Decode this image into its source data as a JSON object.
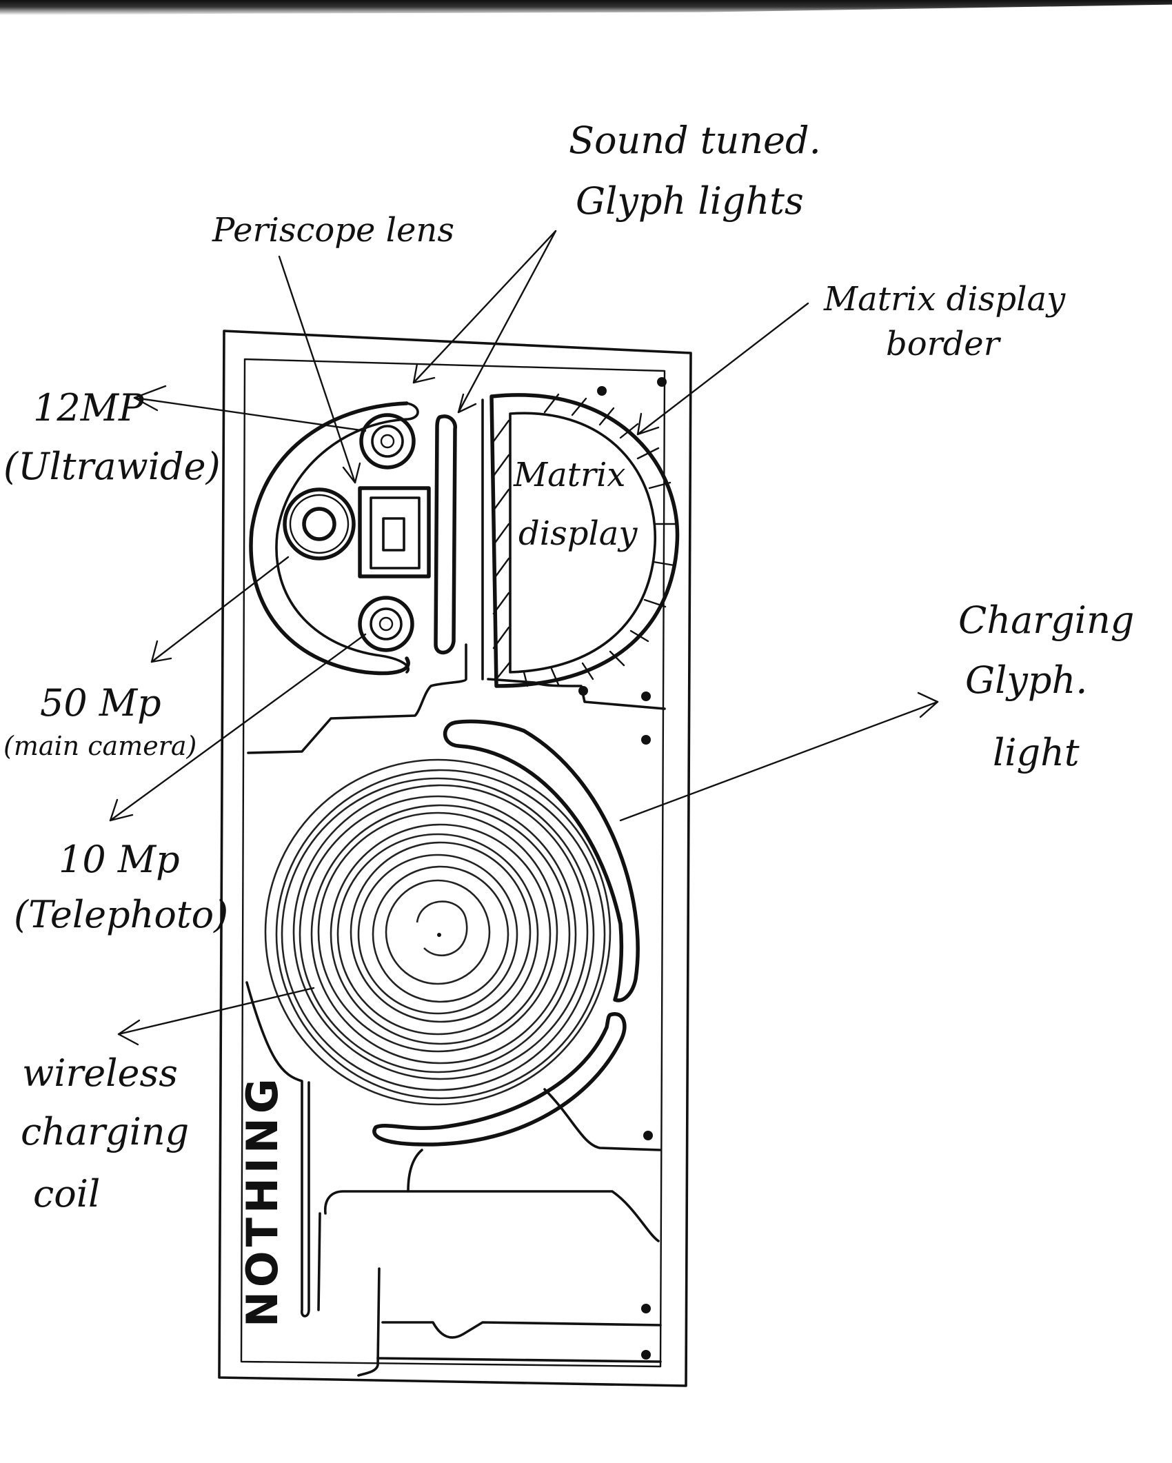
{
  "diagram": {
    "title": "Phone back panel sketch (Nothing)",
    "brand_text": "NOTHING",
    "labels": {
      "sound_tuned": {
        "line1": "Sound tuned.",
        "line2": "Glyph lights"
      },
      "periscope": {
        "line1": "Periscope lens"
      },
      "matrix_border": {
        "line1": "Matrix display",
        "line2": "border"
      },
      "ultrawide": {
        "line1": "12MP",
        "line2": "(Ultrawide)"
      },
      "main_camera": {
        "line1": "50 Mp",
        "line2": "(main camera)"
      },
      "telephoto": {
        "line1": "10 Mp",
        "line2": "(Telephoto)"
      },
      "charging_glyph": {
        "line1": "Charging",
        "line2": "Glyph.",
        "line3": "light"
      },
      "wireless_coil": {
        "line1": "wireless",
        "line2": "charging",
        "line3": "coil"
      },
      "matrix_display": {
        "line1": "Matrix",
        "line2": "display"
      }
    },
    "colors": {
      "ink": "#111111",
      "paper": "#ffffff"
    }
  }
}
